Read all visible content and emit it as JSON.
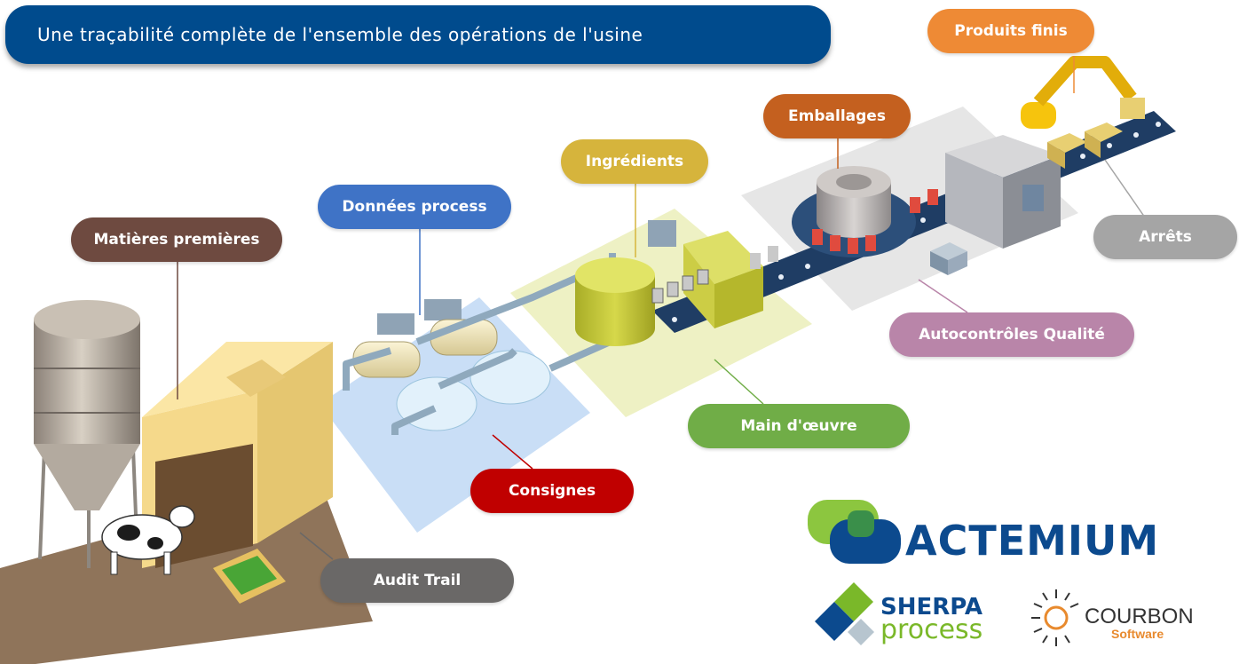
{
  "title": "Une traçabilité complète de l'ensemble des opérations de l'usine",
  "labels": {
    "matieres": "Matières premières",
    "donnees": "Données process",
    "ingredients": "Ingrédients",
    "emballages": "Emballages",
    "produits": "Produits finis",
    "arrets": "Arrêts",
    "autocontroles": "Autocontrôles Qualité",
    "main_oeuvre": "Main d'œuvre",
    "consignes": "Consignes",
    "audit": "Audit Trail"
  },
  "colors": {
    "title_bg": "#004b8d",
    "matieres": "#6e4a40",
    "donnees": "#3f73c6",
    "ingredients": "#d6b43c",
    "emballages": "#c4601f",
    "produits": "#ee8a35",
    "arrets": "#a5a5a5",
    "autocontroles": "#b985a9",
    "main_oeuvre": "#70ad47",
    "consignes": "#c00000",
    "audit": "#6a6867"
  },
  "logos": {
    "actemium": "ACTEMIUM",
    "sherpa_line1": "SHERPA",
    "sherpa_line2": "process",
    "courbon_line1": "COURBON",
    "courbon_line2": "Software"
  }
}
